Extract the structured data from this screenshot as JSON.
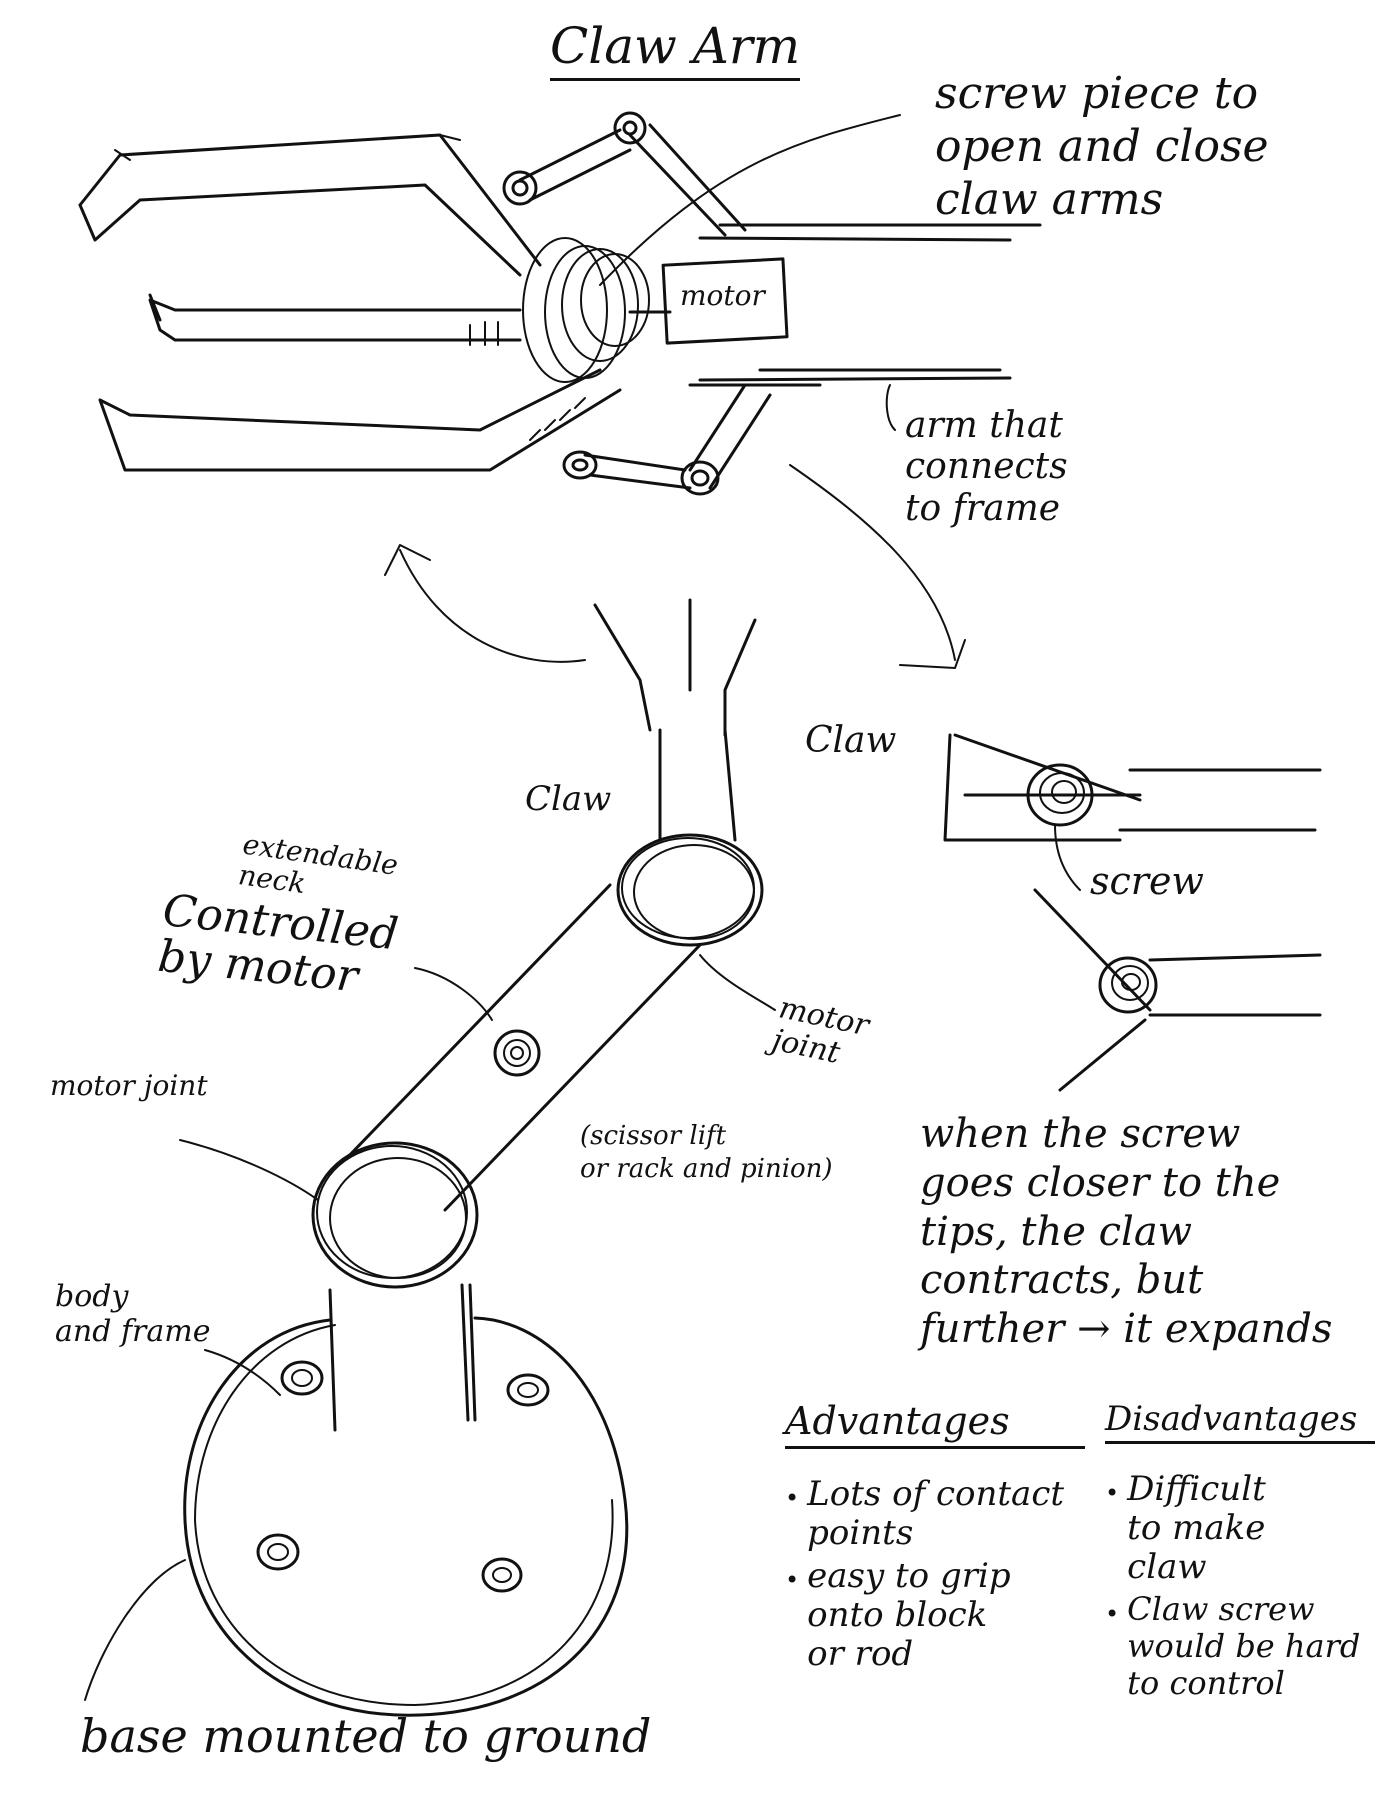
{
  "title": "Claw Arm",
  "labels": {
    "screw_piece": "screw piece to\nopen and close\nclaw arms",
    "motor": "motor",
    "arm_frame": "arm that\nconnects\nto frame",
    "claw_right": "Claw",
    "screw": "screw",
    "claw_center": "Claw",
    "extendable_neck": "extendable\nneck",
    "controlled_by_motor": "Controlled\nby motor",
    "motor_joint_right": "motor\njoint",
    "scissor_lift": "(scissor lift\nor rack and pinion)",
    "motor_joint_left": "motor joint",
    "body_and_frame": "body\nand frame",
    "base": "base mounted to ground",
    "screw_note": "when the screw\ngoes closer to the\ntips, the claw\ncontracts, but\nfurther → it expands"
  },
  "advantages": {
    "heading": "Advantages",
    "items": [
      "Lots of contact\npoints",
      "easy to grip\nonto block\nor rod"
    ]
  },
  "disadvantages": {
    "heading": "Disadvantages",
    "items": [
      "Difficult\nto make\nclaw",
      "Claw screw\nwould be hard\nto control"
    ]
  }
}
